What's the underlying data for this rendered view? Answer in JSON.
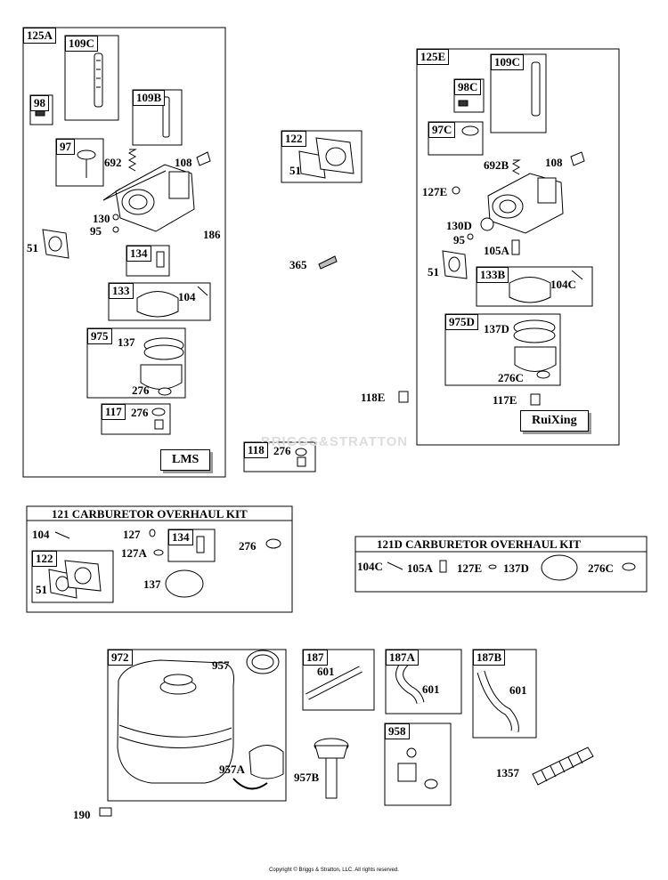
{
  "watermark": "BRIGGS&STRATTON",
  "copyright": "Copyright © Briggs & Stratton, LLC. All rights reserved.",
  "group_125A": {
    "title": "125A",
    "tag": "LMS",
    "boxes": {
      "b109C": "109C",
      "b109B": "109B",
      "b98": "98",
      "b97": "97",
      "b134": "134",
      "b133": "133",
      "b975": "975",
      "b117": "117"
    },
    "labels": {
      "l692": "692",
      "l108": "108",
      "l130": "130",
      "l95": "95",
      "l186": "186",
      "l51": "51",
      "l104": "104",
      "l137": "137",
      "l276a": "276",
      "l276b": "276"
    }
  },
  "group_mid": {
    "boxes": {
      "b122": "122",
      "b118": "118"
    },
    "labels": {
      "l51": "51",
      "l365": "365",
      "l276": "276"
    }
  },
  "group_125E": {
    "title": "125E",
    "tag": "RuiXing",
    "boxes": {
      "b109C": "109C",
      "b98C": "98C",
      "b97C": "97C",
      "b133B": "133B",
      "b975D": "975D"
    },
    "labels": {
      "l692B": "692B",
      "l108": "108",
      "l127E": "127E",
      "l130D": "130D",
      "l95": "95",
      "l105A": "105A",
      "l51": "51",
      "l104C": "104C",
      "l137D": "137D",
      "l276C": "276C",
      "l117E": "117E",
      "l118E": "118E"
    }
  },
  "kit_121": {
    "title": "121 CARBURETOR OVERHAUL KIT",
    "boxes": {
      "b134": "134",
      "b122": "122"
    },
    "labels": {
      "l104": "104",
      "l127": "127",
      "l127A": "127A",
      "l276": "276",
      "l51": "51",
      "l137": "137"
    }
  },
  "kit_121D": {
    "title": "121D CARBURETOR OVERHAUL KIT",
    "labels": {
      "l104C": "104C",
      "l105A": "105A",
      "l127E": "127E",
      "l137D": "137D",
      "l276C": "276C"
    }
  },
  "fuel": {
    "boxes": {
      "b972": "972",
      "b187": "187",
      "b187A": "187A",
      "b187B": "187B",
      "b958": "958"
    },
    "labels": {
      "l957": "957",
      "l957A": "957A",
      "l957B": "957B",
      "l190": "190",
      "l601a": "601",
      "l601b": "601",
      "l601c": "601",
      "l1357": "1357"
    }
  }
}
